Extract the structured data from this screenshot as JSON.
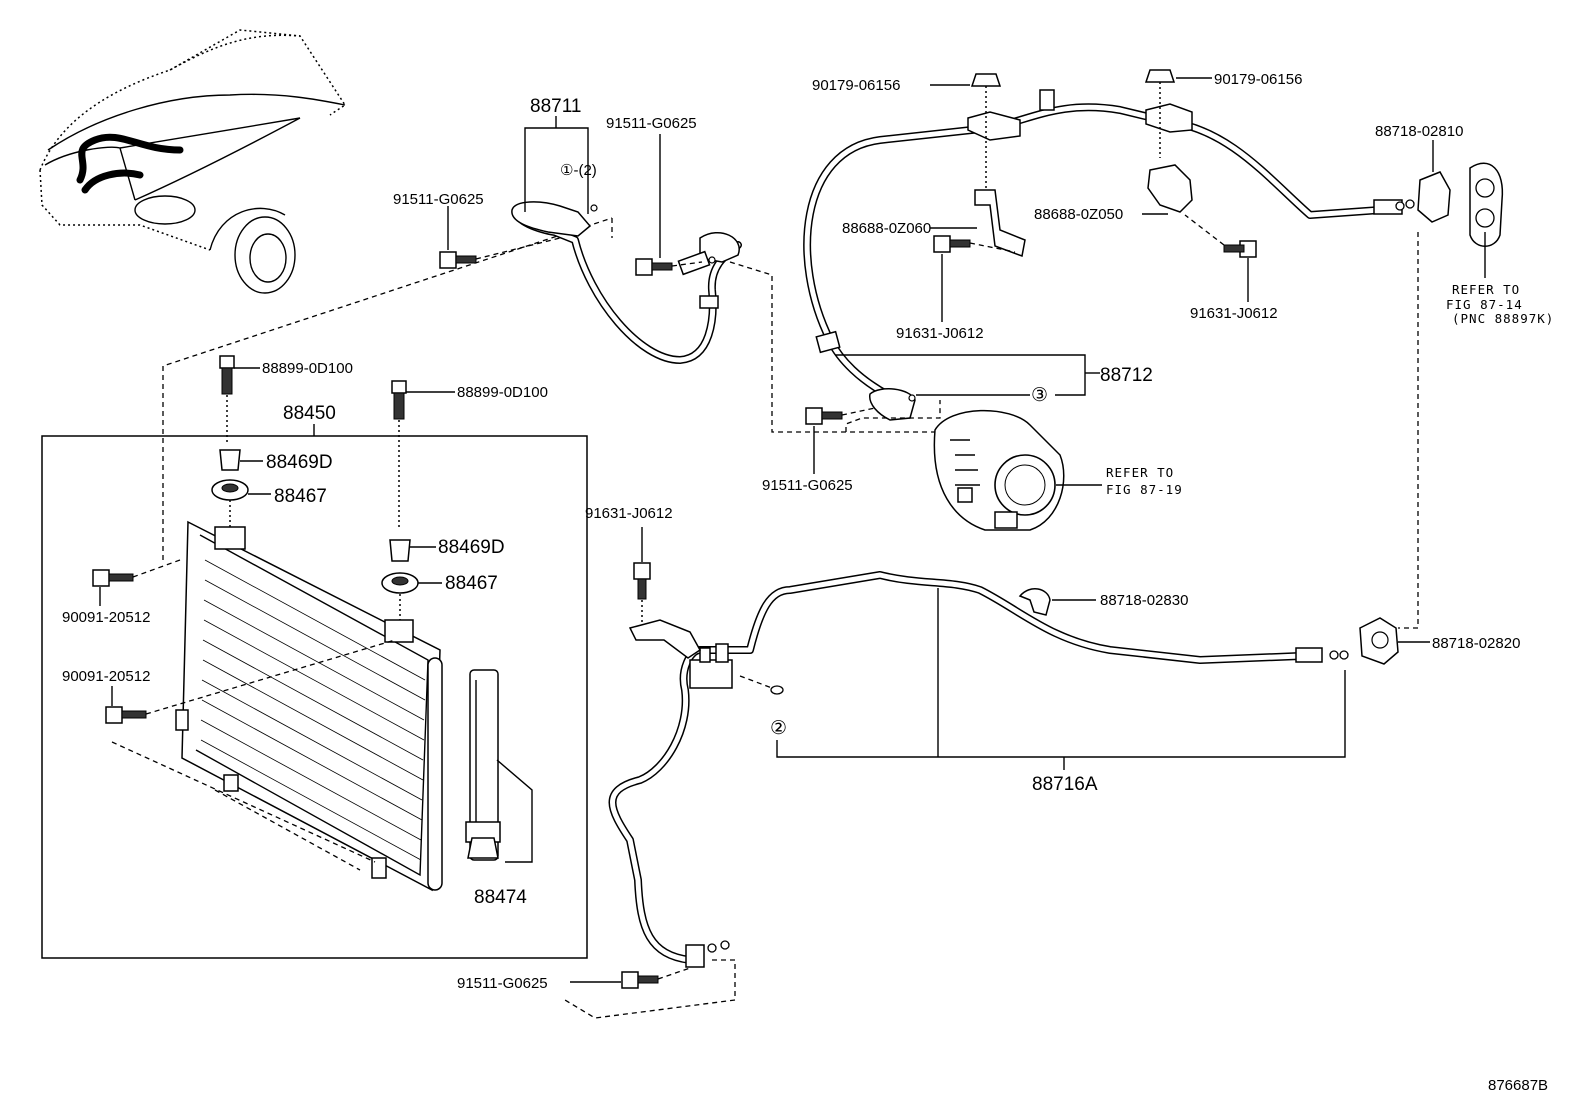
{
  "diagram": {
    "callouts": {
      "c_88711": "88711",
      "c_91511_a": "91511-G0625",
      "c_91511_b": "91511-G0625",
      "c_91511_c": "91511-G0625",
      "c_91511_d": "91511-G0625",
      "c_ref1": "①-(2)",
      "c_90179_a": "90179-06156",
      "c_90179_b": "90179-06156",
      "c_88718_02810": "88718-02810",
      "c_88688_0z060": "88688-0Z060",
      "c_88688_0z050": "88688-0Z050",
      "c_91631_a": "91631-J0612",
      "c_91631_b": "91631-J0612",
      "c_91631_c": "91631-J0612",
      "c_88712": "88712",
      "c_ref3": "③",
      "c_ref2": "②",
      "c_88899_a": "88899-0D100",
      "c_88899_b": "88899-0D100",
      "c_88450": "88450",
      "c_88469d_a": "88469D",
      "c_88469d_b": "88469D",
      "c_88467_a": "88467",
      "c_88467_b": "88467",
      "c_90091_a": "90091-20512",
      "c_90091_b": "90091-20512",
      "c_88474": "88474",
      "c_88718_02830": "88718-02830",
      "c_88718_02820": "88718-02820",
      "c_88716a": "88716A"
    },
    "refer_fig_87_14": {
      "line1": "REFER TO",
      "line2": "FIG 87-14",
      "line3": "(PNC 88897K)"
    },
    "refer_fig_87_19": {
      "line1": "REFER TO",
      "line2": "FIG 87-19"
    },
    "figure_id": "876687B"
  }
}
